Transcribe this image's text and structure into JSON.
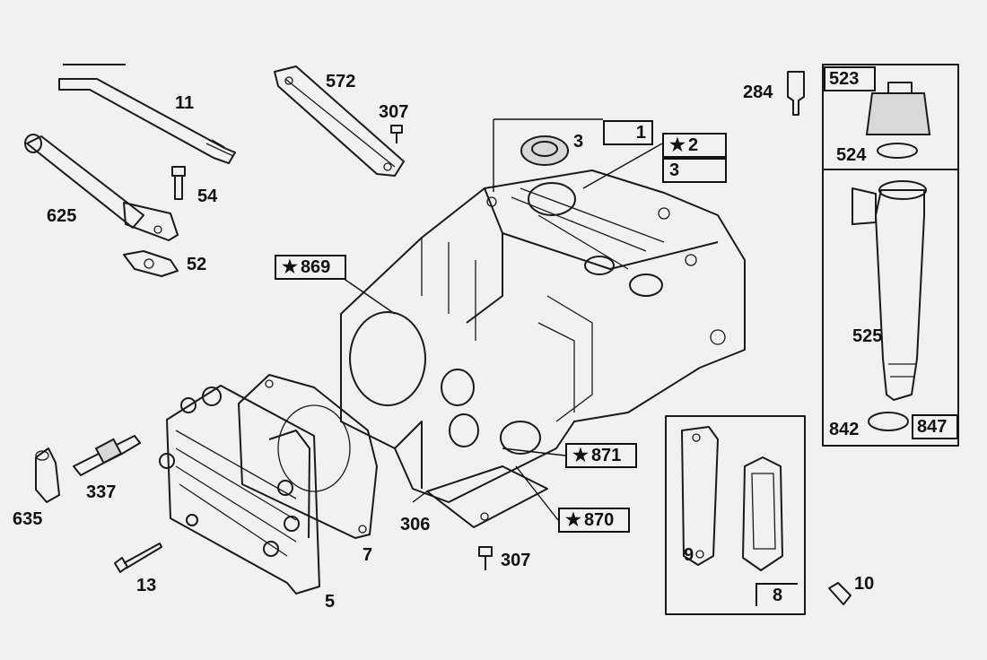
{
  "callouts": {
    "l11": "11",
    "l625": "625",
    "l54": "54",
    "l52": "52",
    "l572": "572",
    "l307a": "307",
    "l869": "869",
    "l3": "3",
    "b1": "1",
    "b2": "2",
    "b2sub": "3",
    "l284": "284",
    "b523": "523",
    "l524": "524",
    "l525": "525",
    "l842": "842",
    "b847": "847",
    "l635": "635",
    "l337": "337",
    "l13": "13",
    "l5": "5",
    "l7": "7",
    "l306": "306",
    "l307b": "307",
    "b871": "871",
    "b870": "870",
    "l9": "9",
    "b8": "8",
    "l10": "10"
  },
  "star_glyph": "★"
}
